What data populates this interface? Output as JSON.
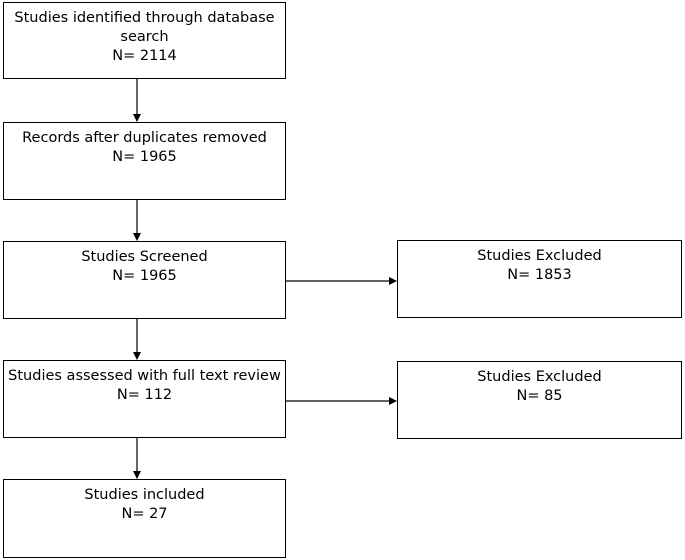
{
  "flow": {
    "identified": {
      "label_line1": "Studies identified through database",
      "label_line2": "search",
      "count": "N= 2114"
    },
    "duplicates_removed": {
      "label": "Records after duplicates removed",
      "count": "N= 1965"
    },
    "screened": {
      "label": "Studies Screened",
      "count": "N= 1965"
    },
    "full_text_review": {
      "label": "Studies assessed with full text review",
      "count": "N= 112"
    },
    "included": {
      "label": "Studies included",
      "count": "N= 27"
    }
  },
  "exclusions": {
    "after_screening": {
      "label": "Studies Excluded",
      "count": "N= 1853"
    },
    "after_full_text": {
      "label": "Studies Excluded",
      "count": "N= 85"
    }
  },
  "colors": {
    "stroke": "#000000",
    "background": "#ffffff"
  }
}
